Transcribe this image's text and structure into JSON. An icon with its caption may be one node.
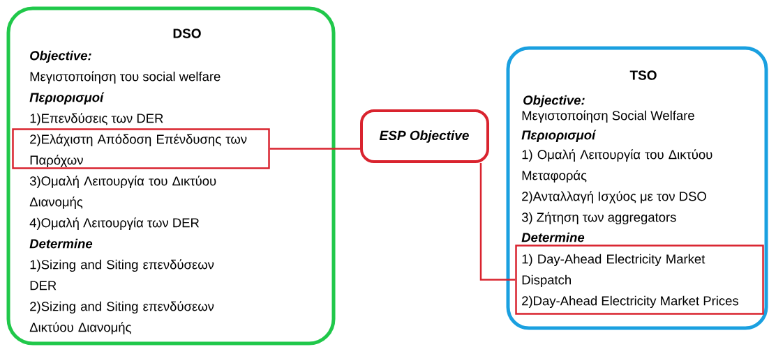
{
  "diagram": {
    "nodes": [
      {
        "text": [
          "DSO",
          "Objective:",
          "Μεγιστοποίηση του social welfare",
          "Περιορισμοί",
          "1)Επενδύσεις των DER",
          "3)Ομαλή Λειτουργία του Δικτύου Διανομής",
          "4)Ομαλή Λειτουργία των DER",
          "Determine",
          "1)Sizing and Siting επενδύσεων DER",
          "2)Sizing and Siting επενδύσεων Δικτύου Διανομής"
        ]
      },
      {
        "text": [
          "2)Ελάχιστη Απόδοση Επένδυσης των Παρόχων"
        ],
        "in": 0
      },
      {
        "text": [
          "ESP Objective"
        ]
      },
      {
        "text": [
          "TSO",
          "Objective:",
          "Μεγιστοποίηση Social Welfare",
          "Περιορισμοί",
          "1) Ομαλή Λειτουργία του Δικτύου Μεταφοράς",
          "2)Ανταλλαγή Ισχύος με τον DSO",
          "3) Ζήτηση των aggregators",
          "Determine"
        ]
      },
      {
        "text": [
          "1) Day-Ahead Electricity Market Dispatch",
          "2)Day-Ahead Electricity Market Prices"
        ],
        "in": 3
      }
    ],
    "edges": [
      {
        "from": 2,
        "to": 1,
        "arrow": "none",
        "color": "#d9232e"
      },
      {
        "from": 2,
        "to": 4,
        "arrow": "none",
        "color": "#d9232e"
      }
    ]
  }
}
